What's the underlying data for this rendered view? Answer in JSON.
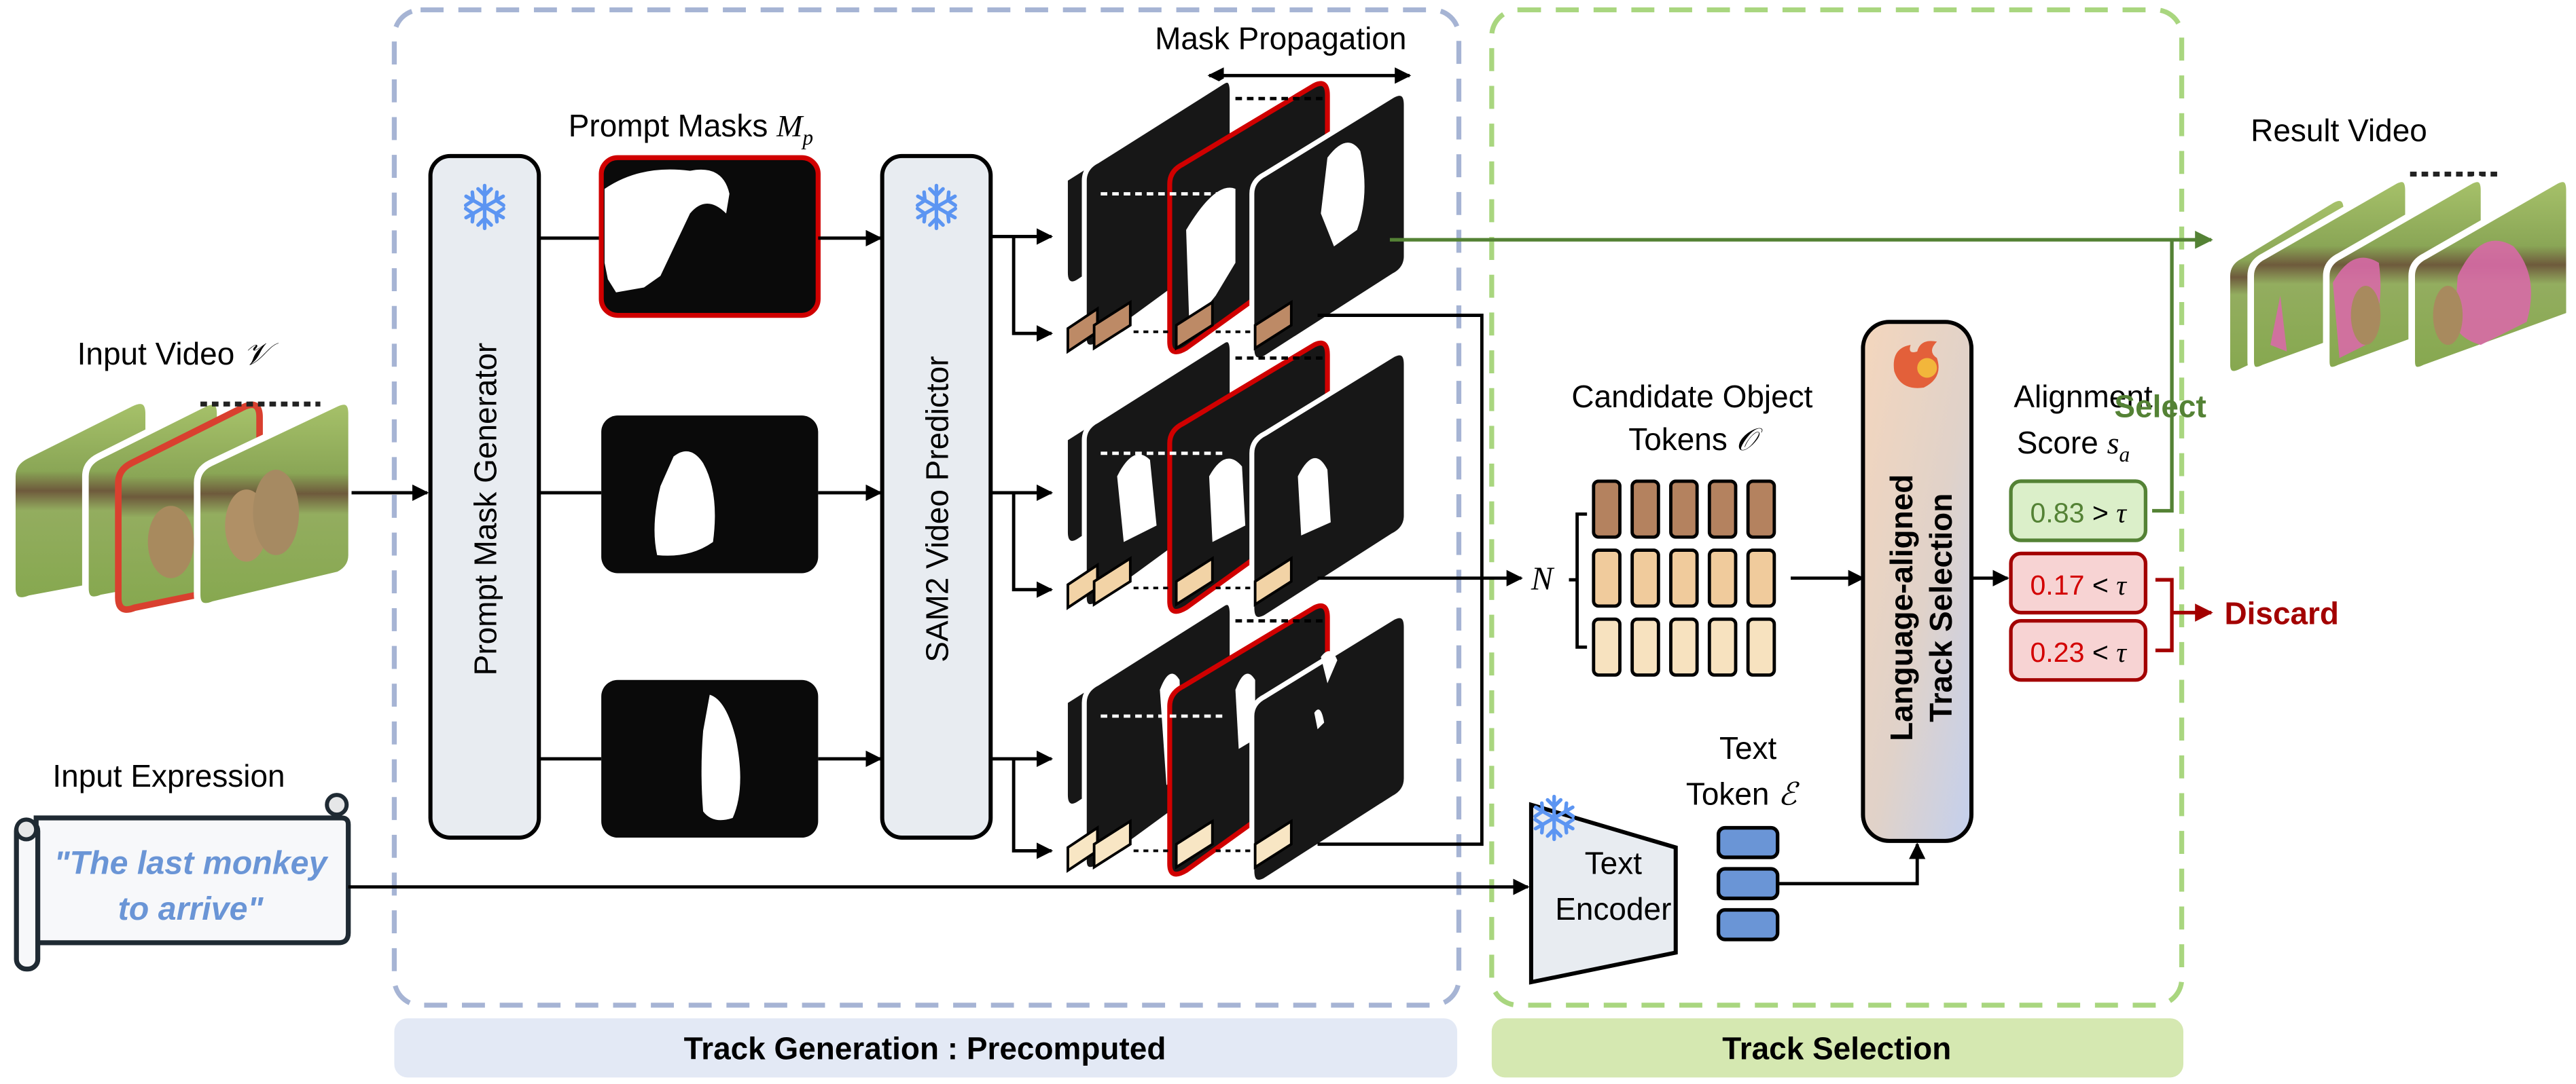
{
  "colors": {
    "track_generation_border": "#a6b4d4",
    "track_generation_fill": "#e3e9f5",
    "track_selection_border": "#a9d67f",
    "track_selection_fill": "#d5e8b1",
    "module_fill": "#e8ecf1",
    "mask_fill": "#111111",
    "highlight_red": "#d00000",
    "token_dark": "#b4825f",
    "token_mid": "#f0cb9c",
    "token_light": "#f7e2bf",
    "text_token": "#6a95d6",
    "snowflake": "#5c95f2",
    "select_green": "#548235",
    "select_box_fill": "#dbefc9",
    "discard_red": "#a30000",
    "discard_box_fill": "#f7d3d3",
    "discard_text_red": "#d30000",
    "expression_blue": "#6a95d6",
    "pink_mask": "#d76aa6"
  },
  "input_video": {
    "label": "Input Video",
    "symbol": "𝒱"
  },
  "input_expression": {
    "label": "Input Expression",
    "text_line1": "\"The last monkey",
    "text_line2": "to arrive\""
  },
  "track_generation": {
    "section_label": "Track Generation : Precomputed",
    "prompt_mask_generator": {
      "label": "Prompt Mask Generator",
      "icon": "snowflake-icon"
    },
    "prompt_masks": {
      "label": "Prompt Masks",
      "symbol": "M",
      "subscript": "p",
      "count": 3
    },
    "sam2": {
      "label": "SAM2 Video Predictor",
      "icon": "snowflake-icon"
    },
    "mask_propagation": {
      "label": "Mask Propagation"
    }
  },
  "track_selection": {
    "section_label": "Track Selection",
    "candidate_tokens": {
      "label_line1": "Candidate Object",
      "label_line2": "Tokens",
      "symbol": "𝒪",
      "n_label": "N",
      "rows": 3,
      "cols": 5
    },
    "selector": {
      "label_line1": "Language-aligned",
      "label_line2": "Track Selection",
      "icon": "fire-icon"
    },
    "text_encoder": {
      "label_line1": "Text",
      "label_line2": "Encoder",
      "icon": "snowflake-icon"
    },
    "text_token": {
      "label_line1": "Text",
      "label_line2": "Token",
      "symbol": "ℰ",
      "count": 3
    },
    "alignment_score": {
      "label_line1": "Alignment",
      "label_line2": "Score",
      "symbol": "s",
      "subscript": "a",
      "threshold_symbol": "τ",
      "scores": [
        {
          "value": "0.83",
          "op": ">",
          "status": "select"
        },
        {
          "value": "0.17",
          "op": "<",
          "status": "discard"
        },
        {
          "value": "0.23",
          "op": "<",
          "status": "discard"
        }
      ]
    },
    "select_label": "Select",
    "discard_label": "Discard"
  },
  "result_video": {
    "label": "Result Video"
  }
}
